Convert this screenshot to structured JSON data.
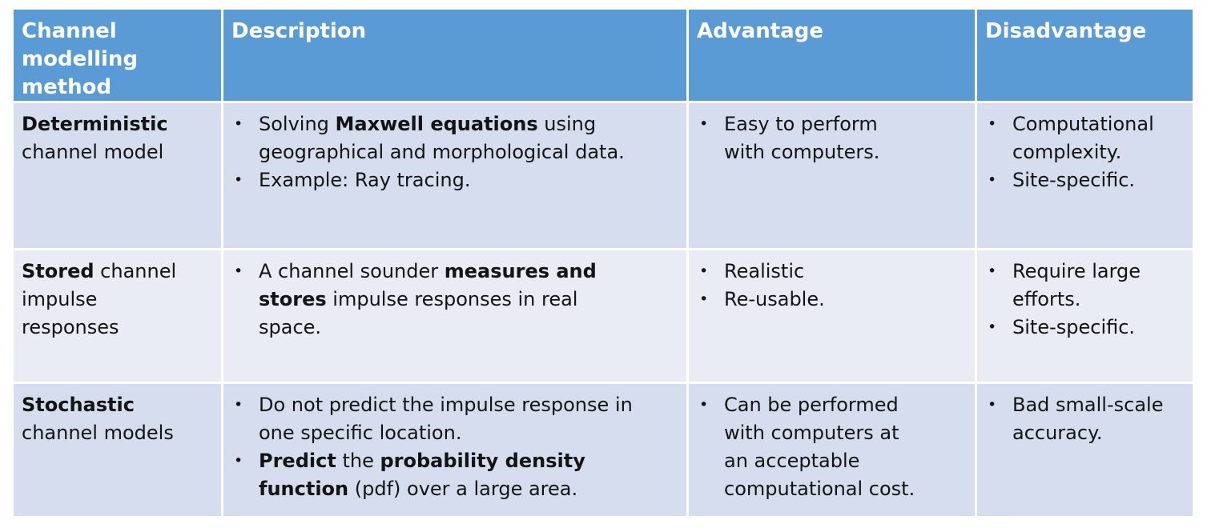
{
  "colors": {
    "header_bg": "#5b9bd5",
    "band_dark": "#d5ddee",
    "band_light": "#e9ecf5",
    "header_text": "#ffffff",
    "body_text": "#131313",
    "grid_line": "#ffffff",
    "page_bg": "#ffffff"
  },
  "table": {
    "bullet": "•",
    "columns": [
      {
        "key": "method",
        "label": "Channel modelling method"
      },
      {
        "key": "description",
        "label": "Description"
      },
      {
        "key": "advantage",
        "label": "Advantage"
      },
      {
        "key": "disadvantage",
        "label": "Disadvantage"
      }
    ],
    "rows": [
      {
        "method": [
          {
            "t": "Deterministic",
            "b": true
          },
          {
            "t": " channel model",
            "b": false
          }
        ],
        "description": [
          [
            {
              "t": "Solving ",
              "b": false
            },
            {
              "t": "Maxwell equations",
              "b": true
            },
            {
              "t": " using geographical and morphological data.",
              "b": false
            }
          ],
          [
            {
              "t": "Example: Ray tracing.",
              "b": false
            }
          ]
        ],
        "advantage": [
          [
            {
              "t": "Easy to perform with computers.",
              "b": false
            }
          ]
        ],
        "disadvantage": [
          [
            {
              "t": "Computational complexity.",
              "b": false
            }
          ],
          [
            {
              "t": "Site-specific.",
              "b": false
            }
          ]
        ]
      },
      {
        "method": [
          {
            "t": "Stored",
            "b": true
          },
          {
            "t": " channel impulse responses",
            "b": false
          }
        ],
        "description": [
          [
            {
              "t": "A channel sounder ",
              "b": false
            },
            {
              "t": "measures and stores",
              "b": true
            },
            {
              "t": " impulse responses in real space.",
              "b": false
            }
          ]
        ],
        "advantage": [
          [
            {
              "t": "Realistic",
              "b": false
            }
          ],
          [
            {
              "t": "Re-usable.",
              "b": false
            }
          ]
        ],
        "disadvantage": [
          [
            {
              "t": "Require large efforts.",
              "b": false
            }
          ],
          [
            {
              "t": "Site-specific.",
              "b": false
            }
          ]
        ]
      },
      {
        "method": [
          {
            "t": "Stochastic",
            "b": true
          },
          {
            "t": " channel models",
            "b": false
          }
        ],
        "description": [
          [
            {
              "t": "Do not predict the impulse response in one specific location.",
              "b": false
            }
          ],
          [
            {
              "t": "Predict",
              "b": true
            },
            {
              "t": " the ",
              "b": false
            },
            {
              "t": "probability density function",
              "b": true
            },
            {
              "t": " (pdf) over a large area.",
              "b": false
            }
          ]
        ],
        "advantage": [
          [
            {
              "t": "Can be performed with computers at an acceptable computational cost.",
              "b": false
            }
          ]
        ],
        "disadvantage": [
          [
            {
              "t": "Bad small-scale accuracy.",
              "b": false
            }
          ]
        ]
      }
    ]
  }
}
